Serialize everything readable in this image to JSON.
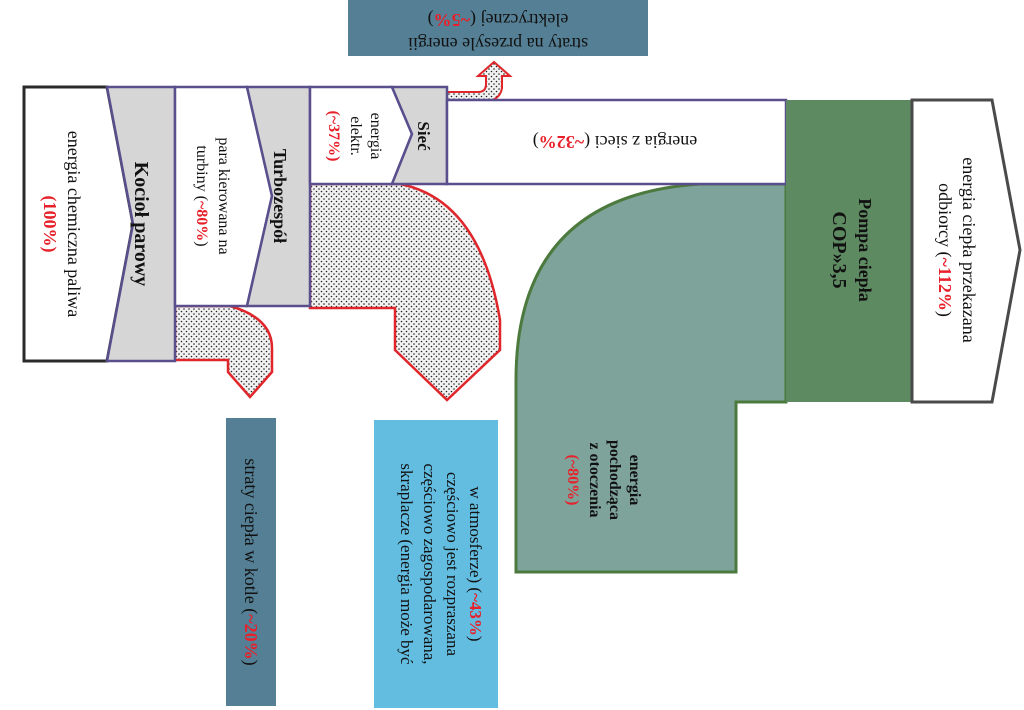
{
  "colors": {
    "outline_dark": "#2a2a2a",
    "outline_purple": "#5a4e8c",
    "loss_outline": "#e0262b",
    "stage_grey": "#d6d6d6",
    "heat_pump_green": "#5e8a62",
    "ambient_teal": "#7ea39a",
    "ambient_outline": "#4c7a3e",
    "losses_box_slate": "#547f94",
    "atmosphere_box_blue": "#63bde0",
    "accent_red": "#e8202a"
  },
  "labels": {
    "fuel_energy": {
      "line1": "energia chemiczna paliwa",
      "pct": "(100%)"
    },
    "boiler": "Kocioł parowy",
    "steam": {
      "line1": "para kierowana na",
      "line2a": "turbiny (",
      "pct": "~80%",
      "line2b": ")"
    },
    "turbine": "Turbozespół",
    "electricity": {
      "line1": "energia",
      "line2": "elektr.",
      "pct": "(~37%)"
    },
    "grid": "Sieć",
    "from_grid": {
      "text": "energia z sieci (",
      "pct": "~32%",
      "end": ")"
    },
    "grid_losses": {
      "line1": "straty na przesyle energii",
      "line2a": "elektrycznej (",
      "pct": "~5%",
      "line2b": ")"
    },
    "boiler_losses": {
      "text": "straty ciepła w kotle (",
      "pct": "~20%",
      "end": ")"
    },
    "atmosphere_losses": {
      "line1a": "w atmosferze) (",
      "pct": "~43%",
      "line1b": ")",
      "line2": "częściowo jest rozpraszana",
      "line3": "częściowo zagospodarowana,",
      "line4": "skraplacze (energia może być"
    },
    "heat_pump": {
      "line1": "Pompa ciepła",
      "line2": "COP»3,5"
    },
    "output": {
      "line1": "energia ciepła przekazana",
      "line2a": "odbiorcy (",
      "pct": "~112%",
      "line2b": ")"
    },
    "ambient": {
      "line1": "energia",
      "line2": "pochodząca",
      "line3": "z otoczenia",
      "pct": "(~80%)"
    }
  }
}
